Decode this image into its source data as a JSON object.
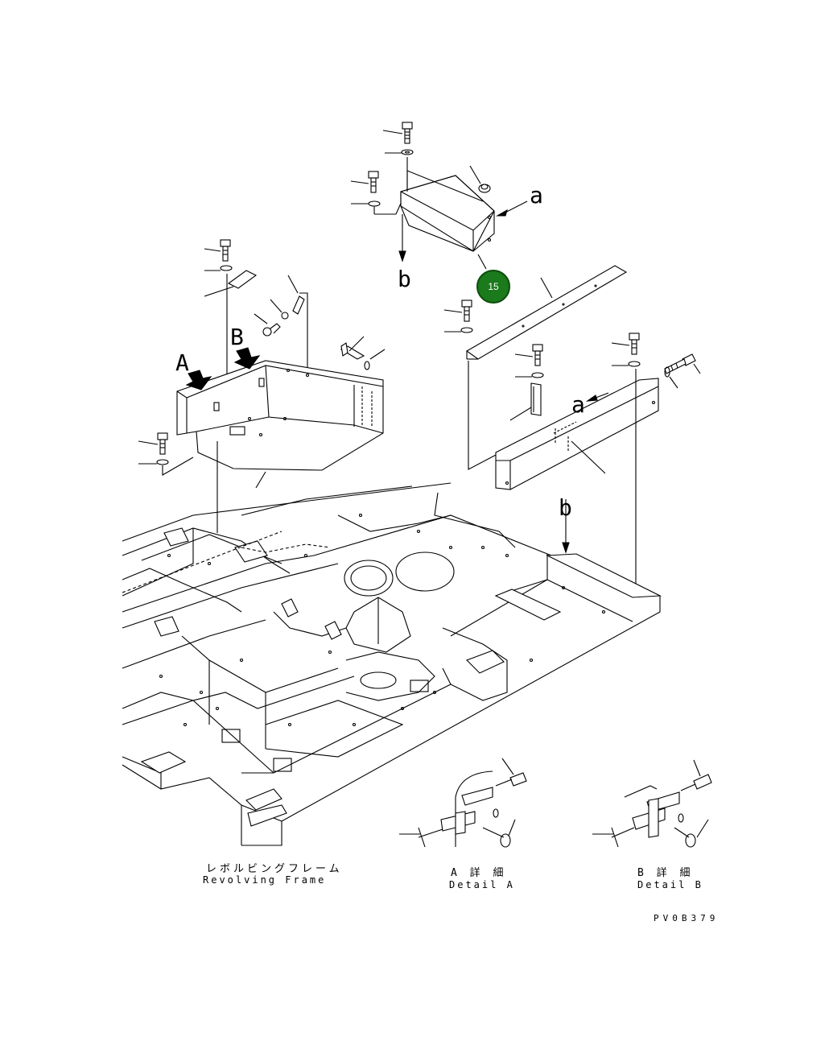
{
  "labels": {
    "view_A": "A",
    "view_B": "B",
    "ref_a_top": "a",
    "ref_b_top": "b",
    "ref_a_right": "a",
    "ref_b_frame": "b"
  },
  "callout": {
    "number": "15",
    "color": "#1b7a1b"
  },
  "captions": {
    "frame_jp": "レボルビングフレーム",
    "frame_en": "Revolving Frame",
    "detail_a_jp": "A 詳 細",
    "detail_a_en": "Detail A",
    "detail_b_jp": "B 詳 細",
    "detail_b_en": "Detail B"
  },
  "drawing_code": "PV0B379"
}
